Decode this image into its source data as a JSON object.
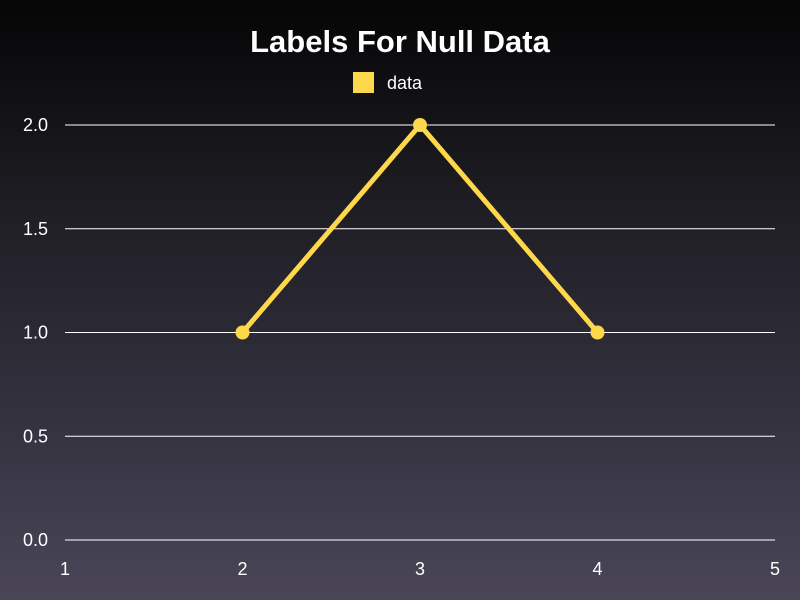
{
  "chart_data": {
    "type": "line",
    "title": "Labels For Null Data",
    "xlabel": "",
    "ylabel": "",
    "x": [
      1,
      2,
      3,
      4,
      5
    ],
    "series": [
      {
        "name": "data",
        "color": "#fdd84b",
        "values": [
          null,
          1,
          2,
          1,
          null
        ]
      }
    ],
    "xlim": [
      1,
      5
    ],
    "ylim": [
      0,
      2
    ],
    "xticks": [
      "1",
      "2",
      "3",
      "4",
      "5"
    ],
    "yticks": [
      "0.0",
      "0.5",
      "1.0",
      "1.5",
      "2.0"
    ],
    "grid": "horizontal",
    "legend_position": "top-center",
    "colors": {
      "background_top": "#050506",
      "background_bottom": "#4a4658",
      "text": "#ffffff",
      "grid": "#ffffff"
    }
  }
}
